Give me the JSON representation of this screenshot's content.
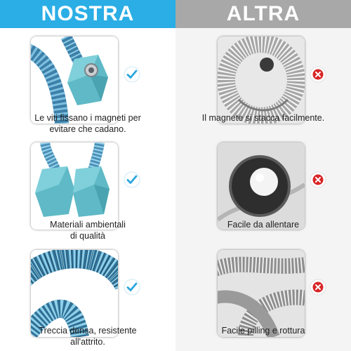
{
  "header": {
    "left_title": "NOSTRA",
    "right_title": "ALTRA"
  },
  "colors": {
    "left_accent": "#2aaee5",
    "right_accent": "#a8a8a8",
    "check_color": "#2aa6df",
    "cross_color": "#d92626"
  },
  "nostra": {
    "items": [
      {
        "icon": "check-icon",
        "caption": [
          "Le viti fissano i magneti per",
          "evitare che cadano."
        ]
      },
      {
        "icon": "check-icon",
        "caption": [
          "Materiali ambientali",
          "di qualità"
        ]
      },
      {
        "icon": "check-icon",
        "caption": [
          "Treccia densa, resistente",
          "all'attrito."
        ]
      }
    ]
  },
  "altra": {
    "items": [
      {
        "icon": "cross-icon",
        "caption": [
          "Il magnete si stacca facilmente."
        ]
      },
      {
        "icon": "cross-icon",
        "caption": [
          "Facile da allentare"
        ]
      },
      {
        "icon": "cross-icon",
        "caption": [
          "Facile pilling e rottura"
        ]
      }
    ]
  }
}
